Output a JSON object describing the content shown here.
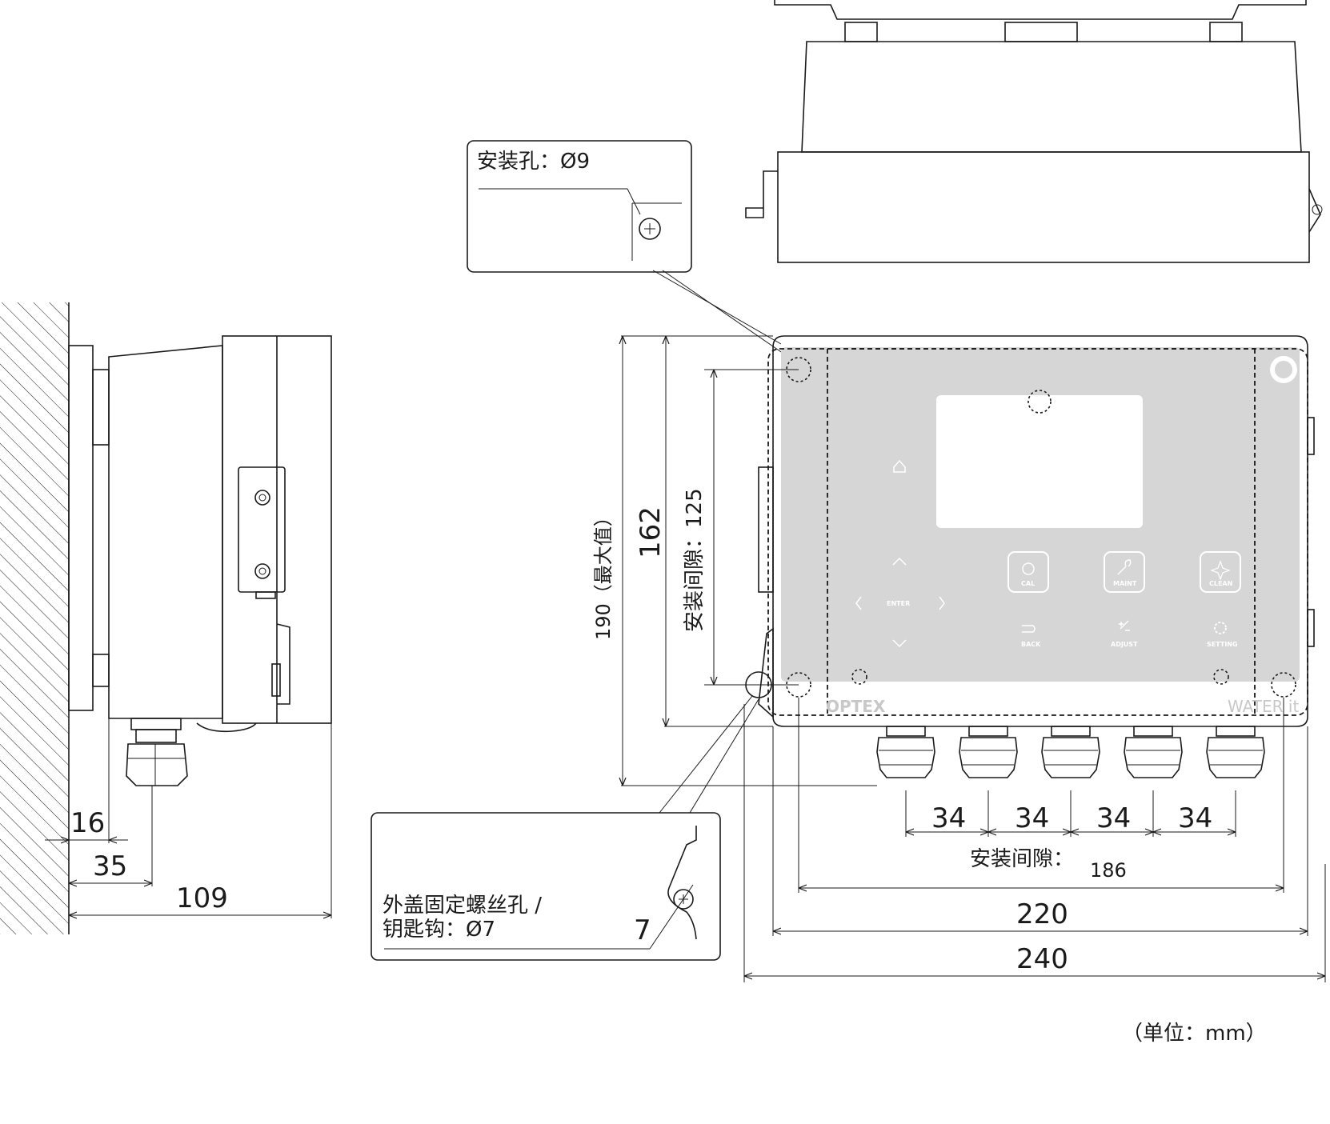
{
  "hole_callout": {
    "label": "安装孔：Ø9"
  },
  "screw_callout": {
    "line1": "外盖固定螺丝孔 /",
    "line2": "钥匙钩：Ø7",
    "dim": "7"
  },
  "side_view": {
    "dims": [
      "16",
      "35",
      "109"
    ]
  },
  "front_view": {
    "vertical_dims": {
      "overall": "190（最大值）",
      "body": "162",
      "mount_gap": "安装间隙：125"
    },
    "horizontal_dims": {
      "gland_pitch": [
        "34",
        "34",
        "34",
        "34"
      ],
      "mount_gap_label": "安装间隙：",
      "mount_gap_value": "186",
      "body": "220",
      "overall": "240"
    },
    "keypad": {
      "enter": "ENTER",
      "buttons": [
        "CAL",
        "MAINT",
        "CLEAN"
      ],
      "sub_buttons": [
        "BACK",
        "ADJUST",
        "SETTING"
      ]
    },
    "brand": "OPTEX",
    "product": "WATER it"
  },
  "unit_note": "（单位：mm）"
}
